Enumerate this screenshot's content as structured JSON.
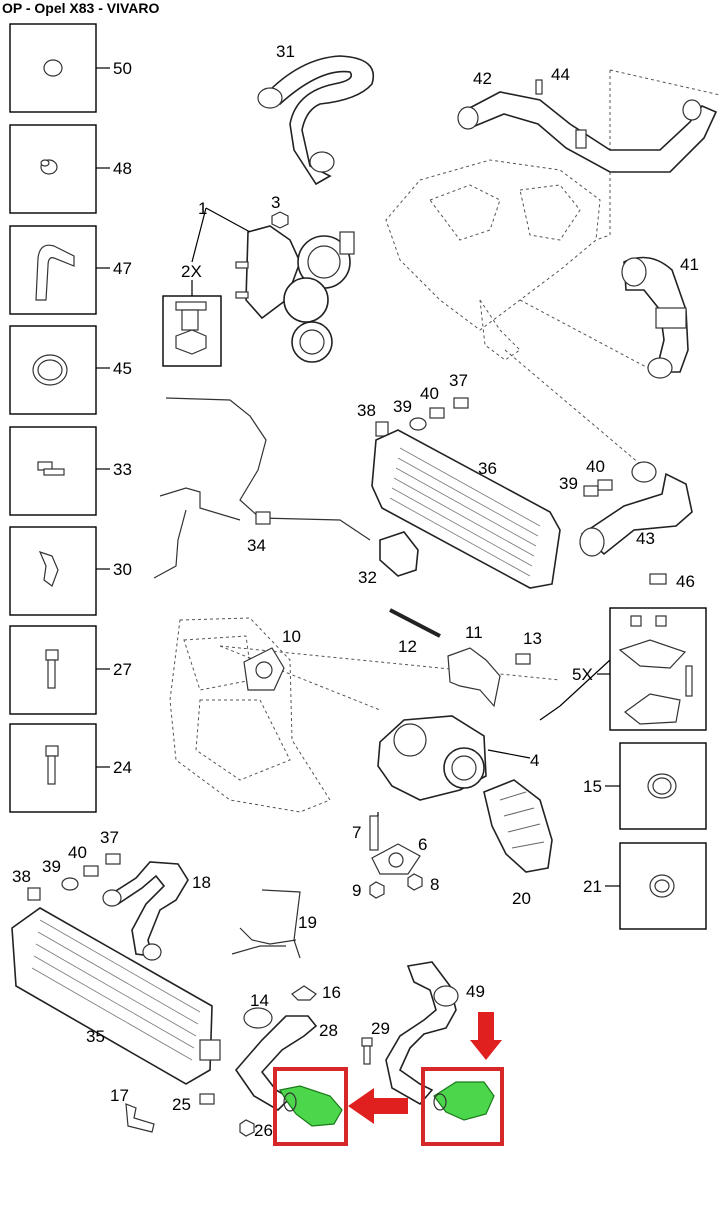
{
  "title": "OP - Opel X83 - VIVARO",
  "side_parts": [
    "50",
    "48",
    "47",
    "45",
    "33",
    "30",
    "27",
    "24"
  ],
  "right_parts": [
    "15",
    "21"
  ],
  "callouts": {
    "p1": "1",
    "p2x": "2X",
    "p3": "3",
    "p31": "31",
    "p42": "42",
    "p44": "44",
    "p41": "41",
    "p38a": "38",
    "p39a": "39",
    "p40a": "40",
    "p37a": "37",
    "p36": "36",
    "p39b": "39",
    "p40b": "40",
    "p43": "43",
    "p46": "46",
    "p34": "34",
    "p32": "32",
    "p10": "10",
    "p12": "12",
    "p11": "11",
    "p13": "13",
    "p5x": "5X",
    "p4": "4",
    "p7": "7",
    "p6": "6",
    "p9": "9",
    "p8": "8",
    "p20": "20",
    "p37b": "37",
    "p40c": "40",
    "p39c": "39",
    "p38b": "38",
    "p18": "18",
    "p19": "19",
    "p35": "35",
    "p14": "14",
    "p16": "16",
    "p28": "28",
    "p29": "29",
    "p49": "49",
    "p17": "17",
    "p25": "25",
    "p26": "26"
  },
  "colors": {
    "highlight_box": "#d62828",
    "arrow": "#e01f1f",
    "hose_fill": "#4cd64c"
  }
}
